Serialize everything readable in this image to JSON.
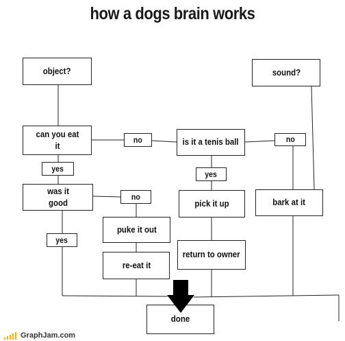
{
  "title": "how a dogs brain works",
  "nodes": {
    "object": "object?",
    "sound": "sound?",
    "can_eat": "can you eat it",
    "no_1": "no",
    "tennis": "is it a tenis ball",
    "no_2": "no",
    "yes_1": "yes",
    "yes_2": "yes",
    "was_good": "was it good",
    "no_3": "no",
    "pick_up": "pick it up",
    "bark": "bark at it",
    "puke": "puke it out",
    "yes_3": "yes",
    "return_owner": "return to owner",
    "reeat": "re-eat it",
    "done": "done"
  },
  "footer": {
    "brand": "GraphJam.com",
    "bar_color": "#f2b400"
  }
}
